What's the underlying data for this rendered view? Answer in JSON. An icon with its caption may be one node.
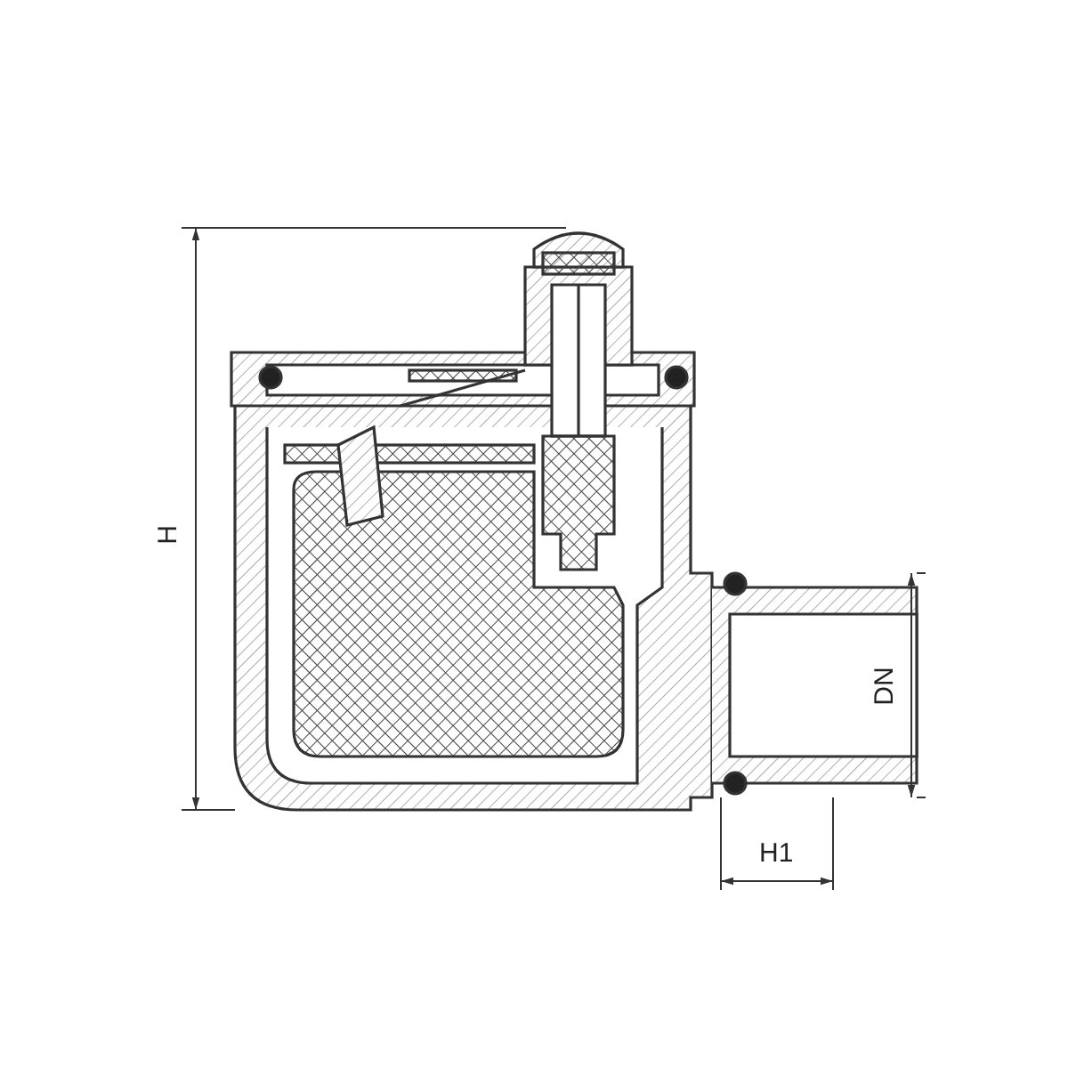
{
  "diagram": {
    "labels": [
      "H",
      "DN",
      "H1"
    ]
  }
}
